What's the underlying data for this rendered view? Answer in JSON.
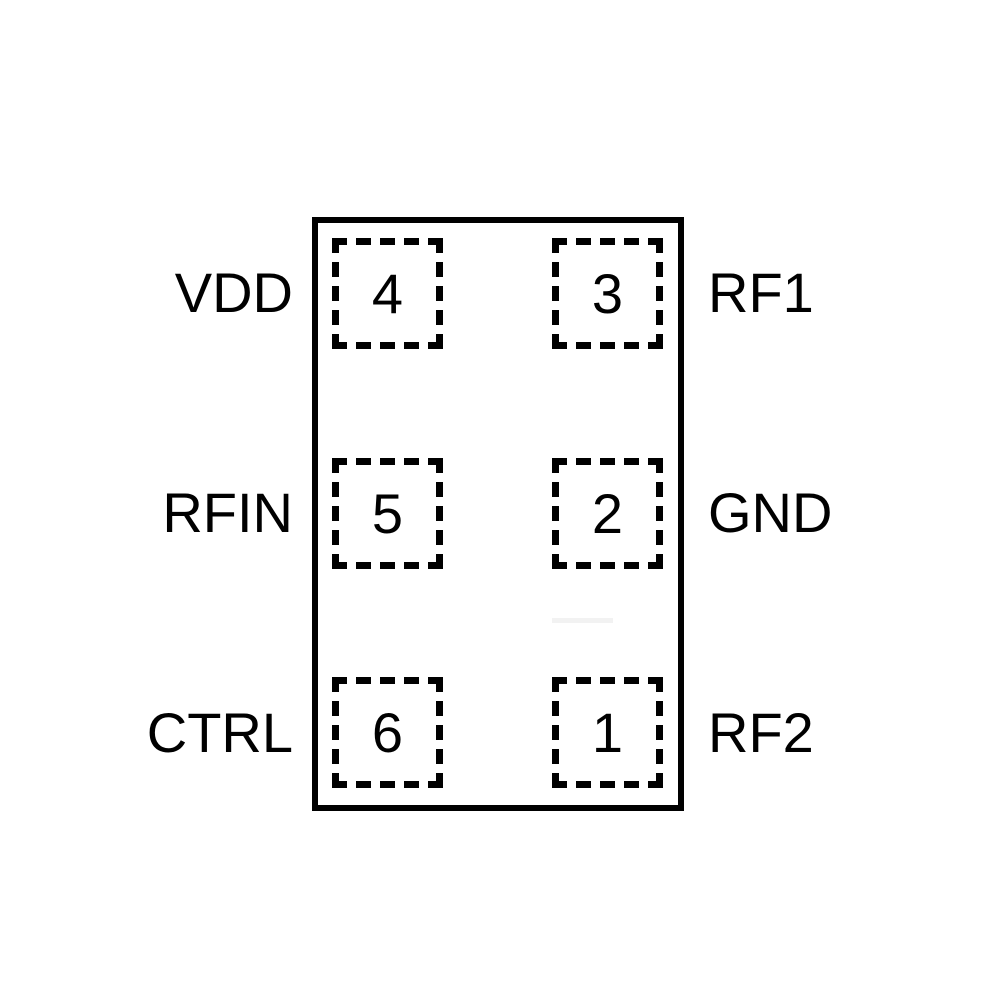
{
  "page": {
    "background_color": "#ffffff",
    "line_color": "#000000",
    "text_color": "#000000"
  },
  "diagram": {
    "type": "ic-package-pinout",
    "package_outline": "solid rectangle",
    "pad_style": "dashed square",
    "pins": [
      {
        "number": "1",
        "name": "RF2",
        "side": "right",
        "row": "bottom"
      },
      {
        "number": "2",
        "name": "GND",
        "side": "right",
        "row": "middle"
      },
      {
        "number": "3",
        "name": "RF1",
        "side": "right",
        "row": "top"
      },
      {
        "number": "4",
        "name": "VDD",
        "side": "left",
        "row": "top"
      },
      {
        "number": "5",
        "name": "RFIN",
        "side": "left",
        "row": "middle"
      },
      {
        "number": "6",
        "name": "CTRL",
        "side": "left",
        "row": "bottom"
      }
    ]
  }
}
